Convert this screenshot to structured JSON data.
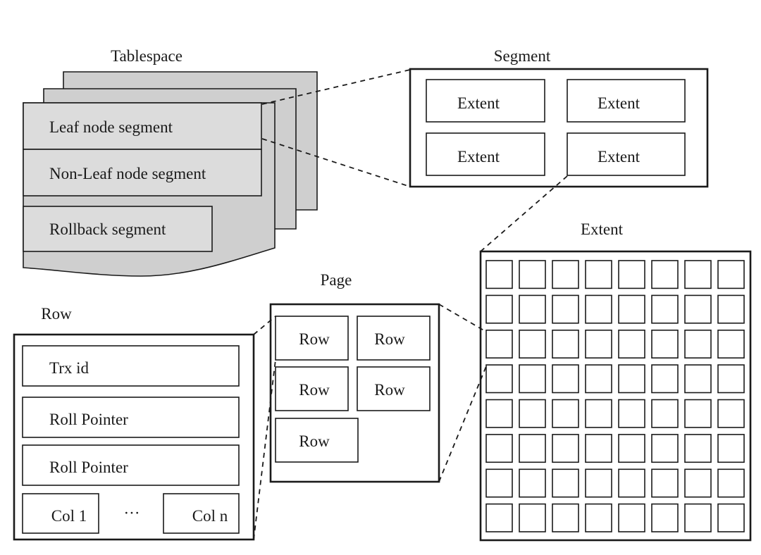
{
  "tablespace": {
    "title": "Tablespace",
    "segments": [
      "Leaf node segment",
      "Non-Leaf node segment",
      "Rollback segment"
    ]
  },
  "segment": {
    "title": "Segment",
    "extents": [
      "Extent",
      "Extent",
      "Extent",
      "Extent"
    ]
  },
  "extent": {
    "title": "Extent",
    "page_rows": 8,
    "page_cols": 8
  },
  "page": {
    "title": "Page",
    "rows": [
      "Row",
      "Row",
      "Row",
      "Row",
      "Row"
    ]
  },
  "row": {
    "title": "Row",
    "fields": [
      "Trx id",
      "Roll Pointer",
      "Roll Pointer"
    ],
    "col_first": "Col 1",
    "ellipsis": "···",
    "col_last": "Col n"
  },
  "colors": {
    "stroke": "#1a1a1a",
    "segment_fill": "#dcdcdc",
    "sheet_fill": "#cfcfcf"
  }
}
